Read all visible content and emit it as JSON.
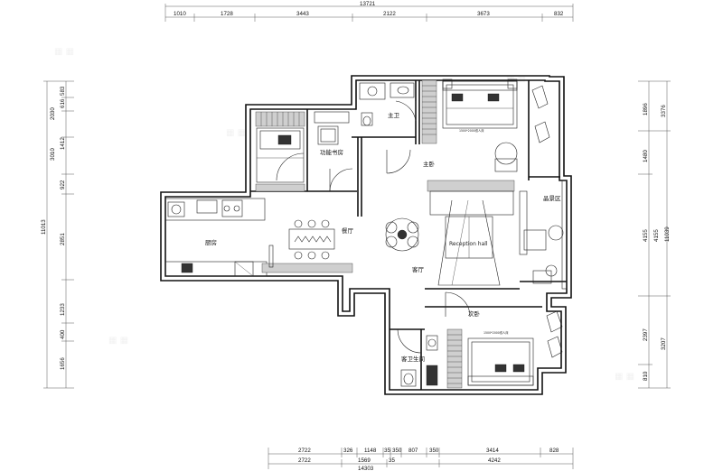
{
  "dimensions": {
    "top_total": "13721",
    "top_segments": [
      "1010",
      "1728",
      "3443",
      "2122",
      "3673",
      "832"
    ],
    "bottom_row1": [
      "2722",
      "326",
      "1148",
      "35",
      "350",
      "807",
      "350",
      "3414",
      "828"
    ],
    "bottom_row2": [
      "2722",
      "1569",
      "35",
      "4242"
    ],
    "bottom_total": "14303",
    "left_outer": "11013",
    "left_inner": [
      "583",
      "616",
      "2030",
      "1412",
      "3010",
      "922",
      "2851",
      "1233",
      "400",
      "1656"
    ],
    "right_inner": [
      "1896",
      "1480",
      "4155",
      "2397",
      "810"
    ],
    "right_outer": [
      "3376",
      "4155",
      "11039",
      "3207"
    ]
  },
  "rooms": {
    "master_bath": "主卫",
    "study": "功能书房",
    "master_bedroom": "主卧",
    "kitchen": "厨房",
    "dining": "餐厅",
    "living": "客厅",
    "balcony": "晶景区",
    "second_bedroom": "次卧",
    "guest_bath": "客卫生间"
  },
  "labels": {
    "reception": "Reception hall",
    "bed_master": "1500*2000双人床",
    "bed_second": "1500*2000双人床"
  }
}
